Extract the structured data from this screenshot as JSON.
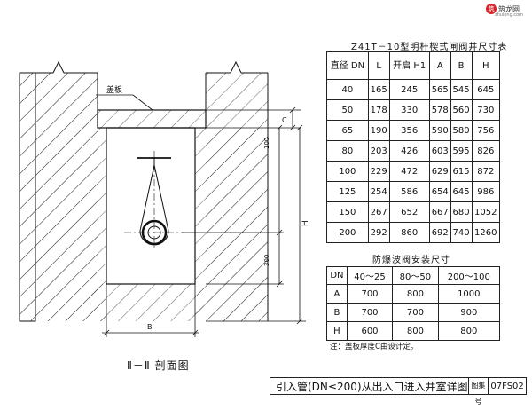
{
  "drawing": {
    "cover_label": "盖板",
    "section_title": "Ⅱ－Ⅱ 剖面图",
    "dim_labels": {
      "c": "C",
      "h100": "100",
      "h300": "300",
      "h": "H",
      "b": "B"
    }
  },
  "valve_table": {
    "title": "Z41T－10型明杆楔式闸阀井尺寸表",
    "headers": [
      "直径 DN",
      "L",
      "开启 H1",
      "A",
      "B",
      "H"
    ],
    "rows": [
      [
        "40",
        "165",
        "245",
        "565",
        "545",
        "645"
      ],
      [
        "50",
        "178",
        "330",
        "578",
        "560",
        "730"
      ],
      [
        "65",
        "190",
        "356",
        "590",
        "580",
        "756"
      ],
      [
        "80",
        "203",
        "426",
        "603",
        "595",
        "826"
      ],
      [
        "100",
        "229",
        "472",
        "629",
        "615",
        "872"
      ],
      [
        "125",
        "254",
        "586",
        "654",
        "645",
        "986"
      ],
      [
        "150",
        "267",
        "652",
        "667",
        "680",
        "1052"
      ],
      [
        "200",
        "292",
        "860",
        "692",
        "740",
        "1260"
      ]
    ]
  },
  "explosion_table": {
    "title": "防爆波阀安装尺寸",
    "headers": [
      "DN",
      "40～25",
      "80～50",
      "200～100"
    ],
    "rows": [
      [
        "A",
        "700",
        "800",
        "1000"
      ],
      [
        "B",
        "700",
        "700",
        "900"
      ],
      [
        "H",
        "600",
        "800",
        "800"
      ]
    ]
  },
  "note": "注：盖板厚度C由设计定。",
  "title_block": {
    "drawing_title": "引入管(DN≤200)从出入口进入井室详图",
    "atlas_label": "图集号",
    "atlas_no": "07FS02"
  },
  "logo": {
    "badge": "筑",
    "name": "筑龙网",
    "url": "zhulong.com"
  },
  "colors": {
    "line": "#111111",
    "logo_red": "#d8232a"
  }
}
